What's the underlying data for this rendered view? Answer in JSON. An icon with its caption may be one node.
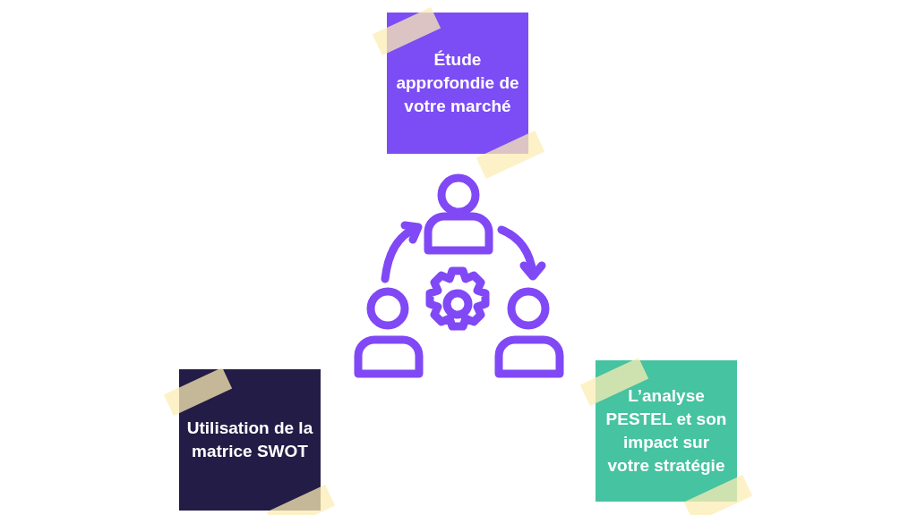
{
  "diagram": {
    "nodes": [
      {
        "text": [
          "Étude approfondie de votre marché"
        ]
      },
      {
        "text": [
          "Utilisation de la matrice SWOT"
        ]
      },
      {
        "text": [
          "L’analyse PESTEL et son impact sur votre stratégie"
        ]
      }
    ]
  }
}
